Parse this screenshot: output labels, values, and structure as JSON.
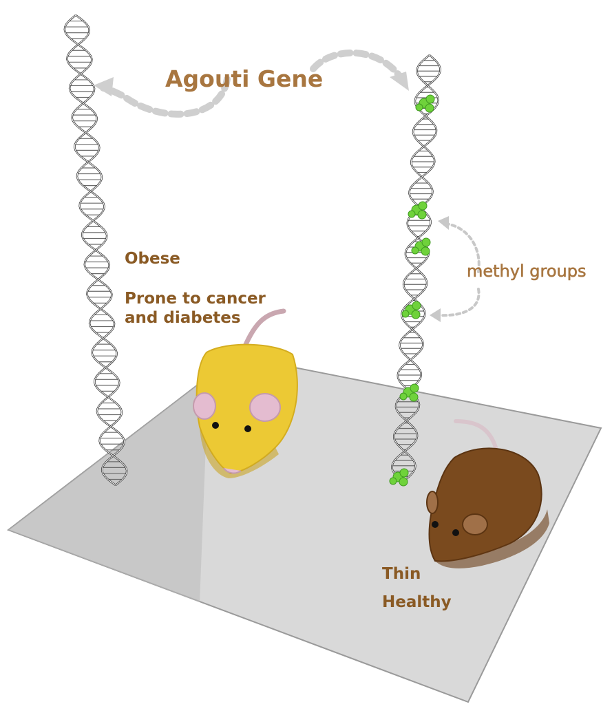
{
  "title": "Agouti Gene",
  "left_mouse": {
    "trait_1": "Obese",
    "trait_2_line_1": "Prone to cancer",
    "trait_2_line_2": "and diabetes"
  },
  "right_mouse": {
    "trait_1": "Thin",
    "trait_2": "Healthy"
  },
  "methyl_label": "methyl groups",
  "colors": {
    "label_text": "#8a5a24",
    "title_text": "#a87640",
    "yellow_mouse": "#ecc934",
    "brown_mouse": "#7a4a1e",
    "methyl_group": "#6fd23b",
    "platform": "#d6d6d6",
    "arrow": "#cfcfcf"
  },
  "icons": [
    "dna-helix-icon",
    "methyl-group-icon",
    "mouse-icon",
    "curved-arrow-icon"
  ]
}
